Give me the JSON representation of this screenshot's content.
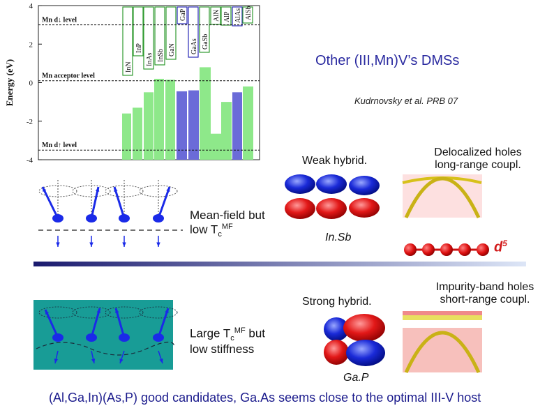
{
  "header": {
    "title": "Other (III,Mn)V’s DMSs",
    "citation": "Kudrnovsky et al. PRB 07"
  },
  "chart_data": {
    "type": "bar",
    "ylabel": "Energy (eV)",
    "ylim": [
      -4,
      4
    ],
    "yticks": [
      "4",
      "2",
      "0",
      "-2",
      "-4"
    ],
    "levels": [
      "Mn d↓ level",
      "Mn acceptor level",
      "Mn d↑ level"
    ],
    "categories": [
      "InN",
      "InP",
      "InAs",
      "InSb",
      "GaN",
      "GaP",
      "GaAs",
      "GaSb",
      "AlN",
      "AlP",
      "AlAs",
      "AlSb"
    ],
    "colors": {
      "green": "#8ee88a",
      "blue": "#6b6bd8",
      "box_green": "#2e9a2e",
      "box_blue": "#2a2ab8"
    }
  },
  "panel_weak": {
    "hybrid_label": "Weak hybrid.",
    "coupling_label_1": "Delocalized holes",
    "coupling_label_2": "long-range coupl.",
    "material": "In.Sb",
    "config": "d",
    "config_sup": "5",
    "meanfield_1": "Mean-field but",
    "meanfield_2a": "low T",
    "meanfield_sub": "c",
    "meanfield_sup": "MF"
  },
  "panel_strong": {
    "hybrid_label": "Strong hybrid.",
    "coupling_label_1": "Impurity-band holes",
    "coupling_label_2": "short-range coupl.",
    "material": "Ga.P",
    "large_1a": "Large T",
    "large_sub": "c",
    "large_sup": "MF",
    "large_1b": " but",
    "large_2": "low stiffness"
  },
  "footer": {
    "conclusion": "(Al,Ga,In)(As,P) good candidates, Ga.As seems close to the optimal III-V host"
  }
}
